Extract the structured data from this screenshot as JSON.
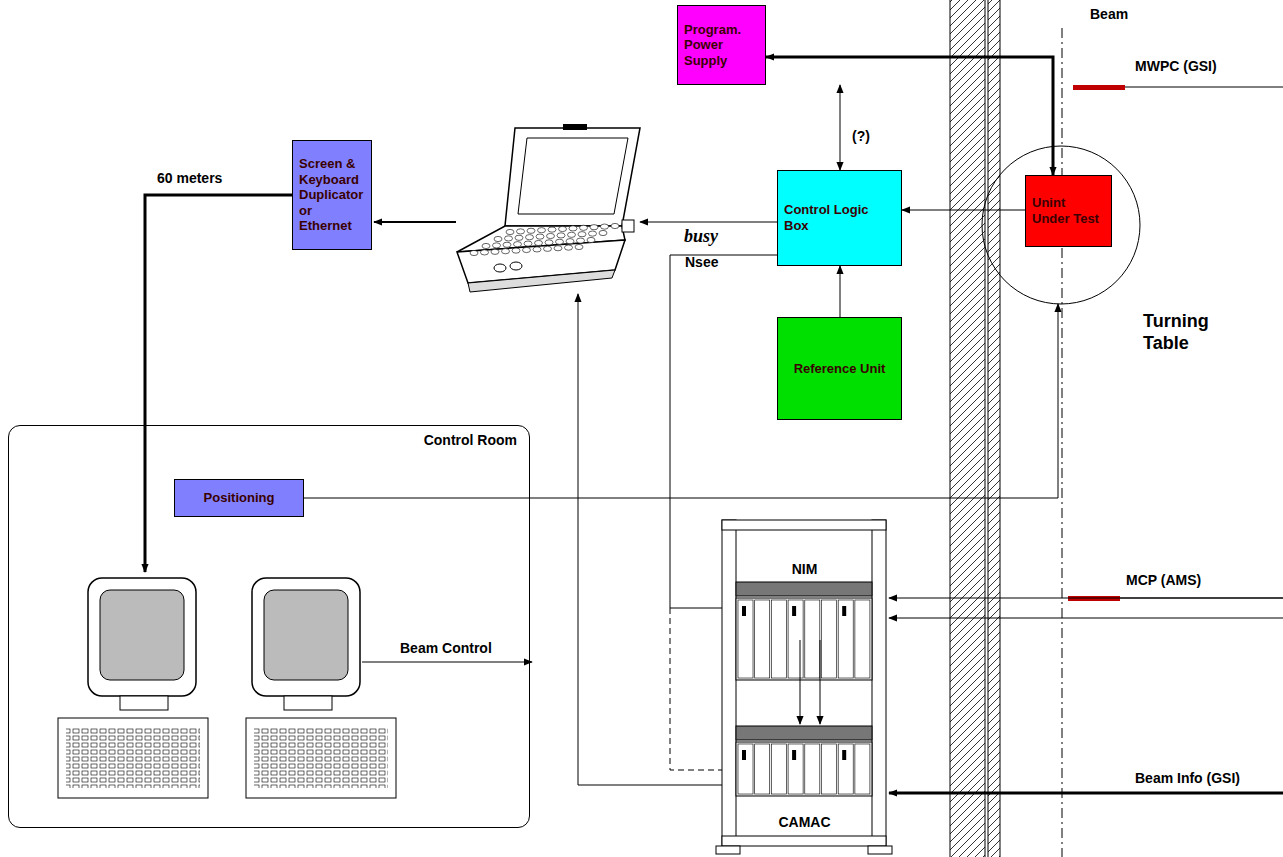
{
  "diagram": {
    "nodes": [
      {
        "text": [
          "Program. Power Supply"
        ]
      },
      {
        "text": [
          "Screen & Keyboard Duplicator or Ethernet"
        ]
      },
      {
        "text": [
          "Control Logic Box"
        ]
      },
      {
        "text": [
          "Turning Table"
        ]
      },
      {
        "text": [
          "Unint Under Test"
        ],
        "in": 3
      },
      {
        "text": [
          "Reference Unit"
        ]
      },
      {
        "text": [
          "Control Room"
        ]
      },
      {
        "text": [
          "Positioning"
        ],
        "in": 6
      },
      {
        "text": [
          "NIM"
        ]
      },
      {
        "text": [
          "CAMAC"
        ]
      }
    ],
    "edges": [
      {
        "from": 0,
        "to": 4,
        "arrow": "both"
      },
      {
        "from": 0,
        "to": 2,
        "label": "(?)",
        "arrow": "both"
      },
      {
        "from": 4,
        "to": 2,
        "arrow": "to"
      },
      {
        "from": 5,
        "to": 2,
        "arrow": "to"
      },
      {
        "from": 7,
        "to": 3,
        "arrow": "to"
      },
      {
        "from": 2,
        "to": 8,
        "label": "busy",
        "arrow": "none"
      },
      {
        "from": 8,
        "to": 9,
        "arrow": "to"
      },
      {
        "from": 8,
        "to": 9,
        "arrow": "to"
      }
    ],
    "labels": [
      "Beam",
      "MWPC (GSI)",
      "60 meters",
      "Nsee",
      "MCP (AMS)",
      "Beam Info (GSI)",
      "Beam Control"
    ]
  }
}
